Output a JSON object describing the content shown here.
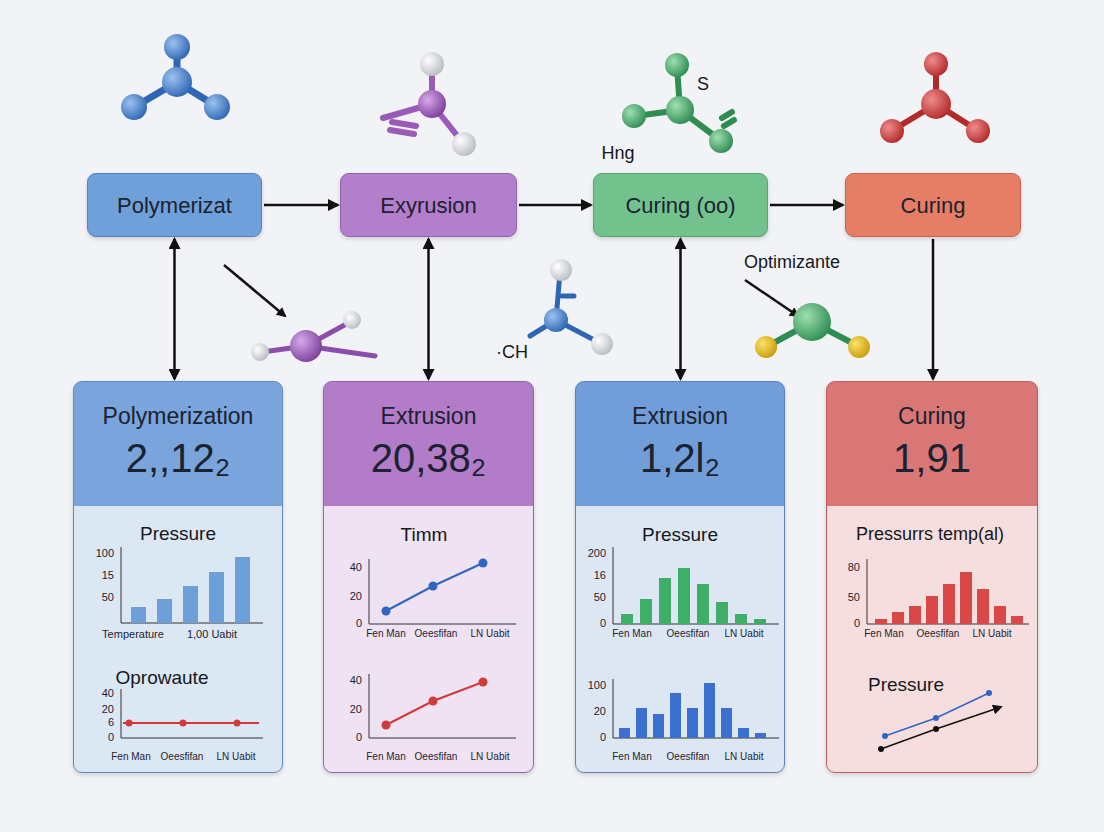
{
  "diagram": {
    "nodes": [
      {
        "text": [
          "Polymerizat"
        ]
      },
      {
        "text": [
          "Exyrusion"
        ]
      },
      {
        "text": [
          "Curing (oo)"
        ]
      },
      {
        "text": [
          "Curing"
        ]
      },
      {
        "text": [
          "Polymerization",
          "2,,12₂"
        ]
      },
      {
        "text": [
          "Extrusion",
          "20,38₂"
        ]
      },
      {
        "text": [
          "Extrusion",
          "1,2l₂"
        ]
      },
      {
        "text": [
          "Curing",
          "1,91"
        ]
      }
    ],
    "edges": [
      {
        "from": 0,
        "to": 1,
        "arrow": "to"
      },
      {
        "from": 1,
        "to": 2,
        "arrow": "to"
      },
      {
        "from": 2,
        "to": 3,
        "arrow": "to"
      },
      {
        "from": 0,
        "to": 4,
        "arrow": "both"
      },
      {
        "from": 1,
        "to": 5,
        "arrow": "both"
      },
      {
        "from": 2,
        "to": 6,
        "arrow": "both"
      },
      {
        "from": 3,
        "to": 7,
        "arrow": "to"
      }
    ],
    "labels": [
      "S",
      "Hng",
      "Optimizante",
      "·CH",
      "Pressure",
      "100",
      "15",
      "50",
      "Temperature",
      "1,00 Uabit",
      "Oprowaute",
      "40",
      "20",
      "6",
      "0",
      "Fen Man",
      "Oeesfifan",
      "LN Uabit",
      "Timm",
      "40",
      "20",
      "0",
      "Fen Man",
      "Oeesfifan",
      "LN Uabit",
      "40",
      "20",
      "0",
      "Fen Man",
      "Oeesfifan",
      "LN Uabit",
      "Pressure",
      "200",
      "16",
      "50",
      "0",
      "Fen Man",
      "Oeesfifan",
      "LN Uabit",
      "100",
      "20",
      "0",
      "Fen Man",
      "Oeesfifan",
      "LN Uabit",
      "Pressurrs temp(al)",
      "80",
      "50",
      "0",
      "Fen Man",
      "Oeesfifan",
      "LN Uabit",
      "Pressure"
    ]
  }
}
